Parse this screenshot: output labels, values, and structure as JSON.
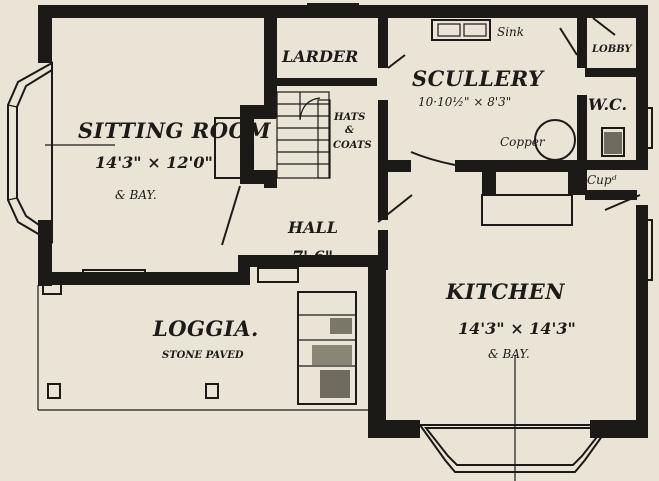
{
  "rooms": {
    "sitting_room": {
      "name": "SITTING ROOM",
      "dims": "14'3\" × 12'0\"",
      "extra": "& BAY."
    },
    "larder": {
      "name": "LARDER"
    },
    "scullery": {
      "name": "SCULLERY",
      "dims": "10·10½\" × 8'3\""
    },
    "sink": {
      "name": "Sink"
    },
    "lobby": {
      "name": "LOBBY"
    },
    "wc": {
      "name": "W.C."
    },
    "copper": {
      "name": "Copper"
    },
    "cupd": {
      "name": "Cupᵈ"
    },
    "hats_coats": {
      "line1": "HATS",
      "line2": "&",
      "line3": "COATS"
    },
    "hall": {
      "name": "HALL",
      "dims": "7' 6\""
    },
    "kitchen": {
      "name": "KITCHEN",
      "dims": "14'3\" × 14'3\"",
      "extra": "& BAY."
    },
    "loggia": {
      "name": "LOGGIA.",
      "note": "STONE PAVED"
    }
  },
  "colors": {
    "paper": "#e9e4d6",
    "ink": "#1c1a17"
  }
}
